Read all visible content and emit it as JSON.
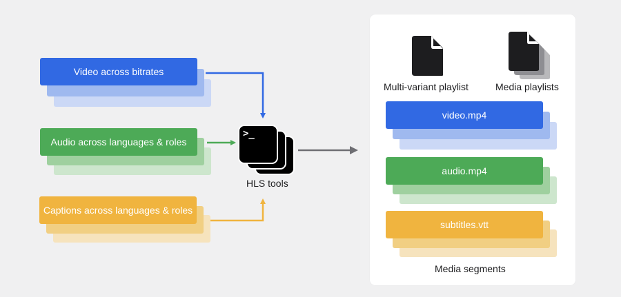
{
  "inputs": {
    "video": "Video across bitrates",
    "audio": "Audio across languages & roles",
    "captions": "Captions across languages & roles"
  },
  "tool": {
    "prompt": ">_",
    "label": "HLS tools"
  },
  "output": {
    "multivariant_label": "Multi-variant playlist",
    "media_playlists_label": "Media playlists",
    "video_file": "video.mp4",
    "audio_file": "audio.mp4",
    "subtitles_file": "subtitles.vtt",
    "segments_label": "Media segments"
  },
  "colors": {
    "video": "#3169e3",
    "audio": "#4daa57",
    "captions": "#f0b43f",
    "arrow": "#6e6e73",
    "background": "#f0f0f1"
  },
  "icons": [
    "terminal-icon",
    "document-icon",
    "document-stack-icon"
  ]
}
